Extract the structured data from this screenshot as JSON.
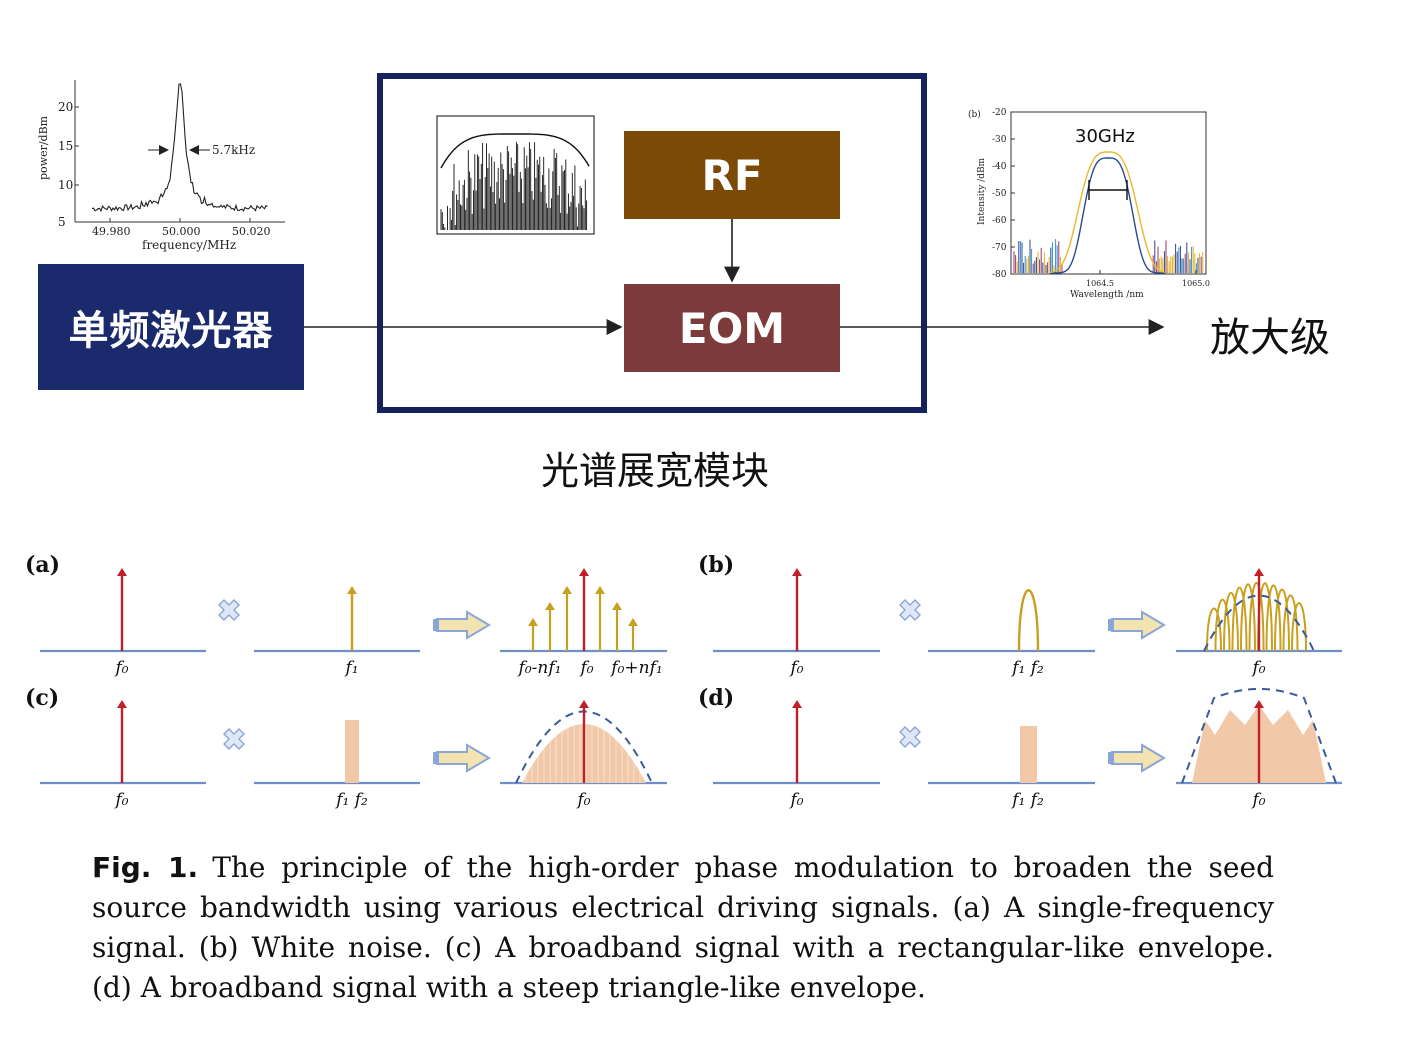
{
  "laser": {
    "label": "单频激光器"
  },
  "module": {
    "label": "光谱展宽模块"
  },
  "rf": {
    "label": "RF"
  },
  "eom": {
    "label": "EOM"
  },
  "amplifier": {
    "label": "放大级"
  },
  "inset_linewidth": {
    "ylabel": "power/dBm",
    "xlabel": "frequency/MHz",
    "yticks": [
      "20",
      "15",
      "10",
      "5"
    ],
    "xticks": [
      "49.980",
      "50.000",
      "50.020"
    ],
    "annotation": "5.7kHz"
  },
  "inset_spectrum": {
    "tag": "(b)",
    "ylabel": "Intensity /dBm",
    "xlabel": "Wavelength /nm",
    "yticks": [
      "-20",
      "-30",
      "-40",
      "-50",
      "-60",
      "-70",
      "-80"
    ],
    "xticks": [
      "1064.5",
      "1065.0"
    ],
    "annotation": "30GHz"
  },
  "panels": [
    {
      "letter": "(a)",
      "carrier": "f₀",
      "signal": "f₁",
      "result": [
        "f₀-nf₁",
        "f₀",
        "f₀+nf₁"
      ]
    },
    {
      "letter": "(b)",
      "carrier": "f₀",
      "signal": "f₁ f₂",
      "result": [
        "f₀"
      ]
    },
    {
      "letter": "(c)",
      "carrier": "f₀",
      "signal": "f₁ f₂",
      "result": [
        "f₀"
      ]
    },
    {
      "letter": "(d)",
      "carrier": "f₀",
      "signal": "f₁ f₂",
      "result": [
        "f₀"
      ]
    }
  ],
  "caption": {
    "fig": "Fig. 1.",
    "text": "The principle of the high-order phase modulation to broaden the seed source bandwidth using various electrical driving signals. (a) A single-frequency signal. (b) White noise. (c) A broadband signal with a rectangular-like envelope. (d) A broadband signal with a steep triangle-like envelope."
  },
  "colors": {
    "laser_box": "#1a2a6c",
    "module_frame": "#15225e",
    "rf_box": "#7a4a06",
    "eom_box": "#7d3a3a",
    "carrier_red": "#c0202a",
    "signal_gold": "#c8a020",
    "fill_peach": "#f2c9a8",
    "baseline_blue": "#6f8fc9",
    "arrow_fill": "#f3e3b0",
    "arrow_stroke": "#8aa6d8",
    "times_fill": "#dfe6f6"
  }
}
